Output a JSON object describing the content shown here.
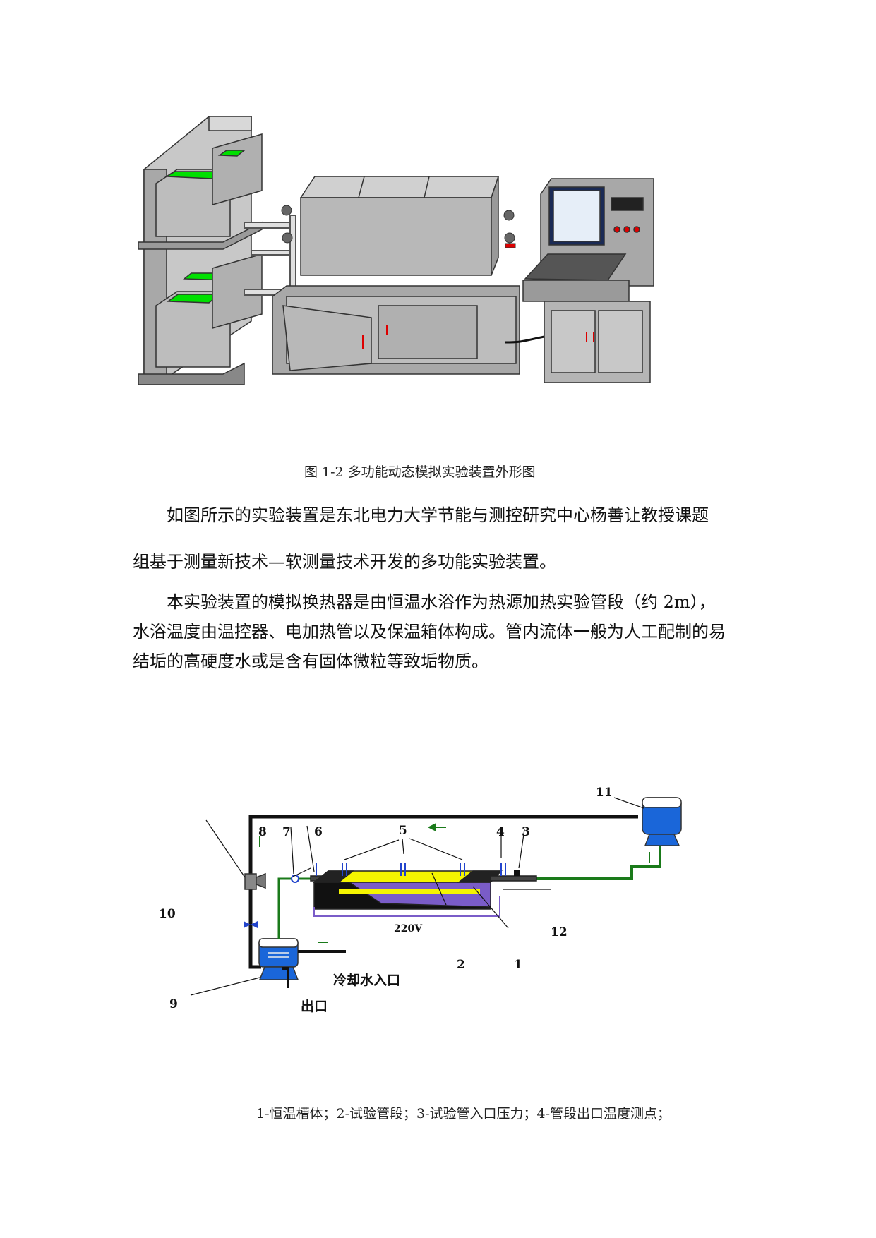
{
  "figure1": {
    "caption": "图 1-2 多功能动态模拟实验装置外形图"
  },
  "paragraphs": [
    {
      "line1": "如图所示的实验装置是东北电力大学节能与测控研究中心杨善让教授课题",
      "line2": "组基于测量新技术—软测量技术开发的多功能实验装置。"
    },
    {
      "line1": "本实验装置的模拟换热器是由恒温水浴作为热源加热实验管段（约 2m），",
      "line2": "水浴温度由温控器、电加热管以及保温箱体构成。管内流体一般为人工配制的易",
      "line3": "结垢的高硬度水或是含有固体微粒等致垢物质。"
    }
  ],
  "figure2": {
    "labels": {
      "n1": "1",
      "n2": "2",
      "n3": "3",
      "n4": "4",
      "n5": "5",
      "n6": "6",
      "n7": "7",
      "n8": "8",
      "n9": "9",
      "n10": "10",
      "n11": "11",
      "n12": "12",
      "voltage": "220V",
      "cooling_inlet": "冷却水入口",
      "outlet": "出口"
    },
    "legend": "1-恒温槽体；2-试验管段；3-试验管入口压力；4-管段出口温度测点；"
  },
  "colors": {
    "cabinet": "#b3b3b3",
    "water_green": "#00e000",
    "pipe_green": "#1a7a1a",
    "tank_blue": "#1a66d9",
    "heater_purple": "#7a5cc8",
    "tube_yellow": "#f5f500"
  }
}
